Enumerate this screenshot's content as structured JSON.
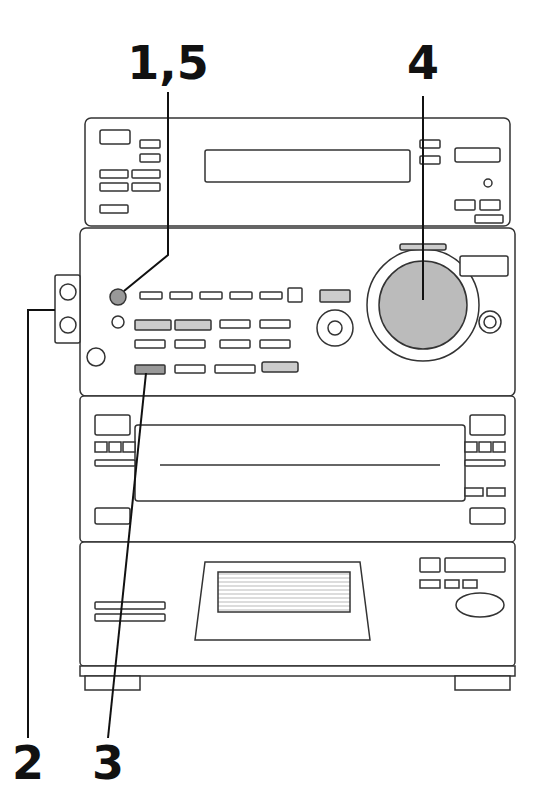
{
  "diagram": {
    "labels": [
      "1,5",
      "4",
      "2",
      "3"
    ]
  }
}
